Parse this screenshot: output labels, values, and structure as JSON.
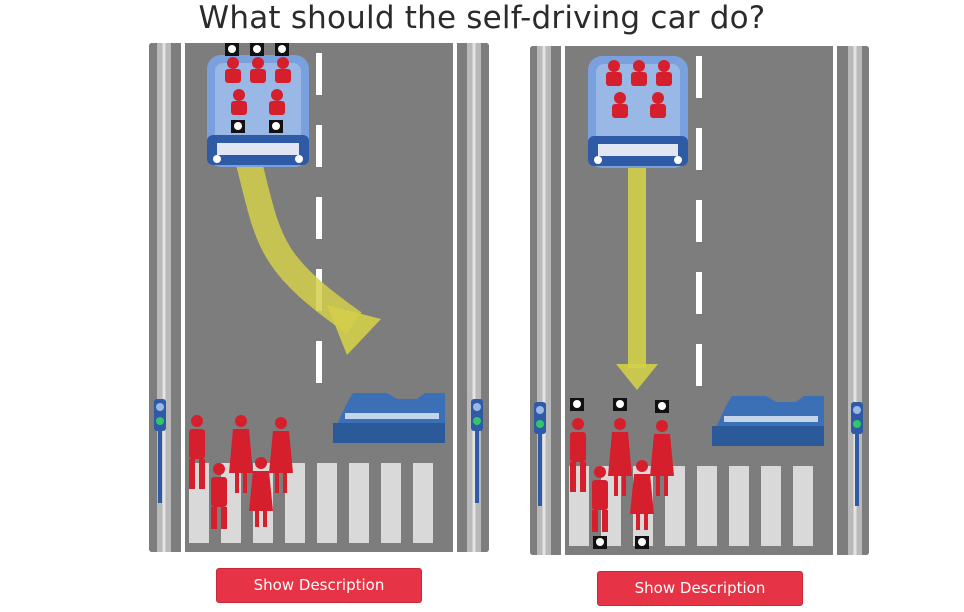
{
  "page": {
    "title": "What should the self-driving car do?"
  },
  "scenarios": [
    {
      "id": "left",
      "button_label": "Show Description",
      "car_passengers": 5,
      "passenger_fatalities": 5,
      "pedestrians": 5,
      "pedestrian_fatalities": 0,
      "car_action": "swerve into barrier"
    },
    {
      "id": "right",
      "button_label": "Show Description",
      "car_passengers": 5,
      "passenger_fatalities": 0,
      "pedestrians": 5,
      "pedestrian_fatalities": 5,
      "car_action": "continue straight"
    }
  ],
  "icons": {
    "fatality": "skull-icon",
    "walk_signal": "pedestrian-signal-icon"
  },
  "colors": {
    "road": "#7d7d7d",
    "car": "#5b86c8",
    "person": "#d61f2c",
    "arrow": "#d3cf4a",
    "barrier": "#3b6fb6",
    "button": "#e63446"
  }
}
